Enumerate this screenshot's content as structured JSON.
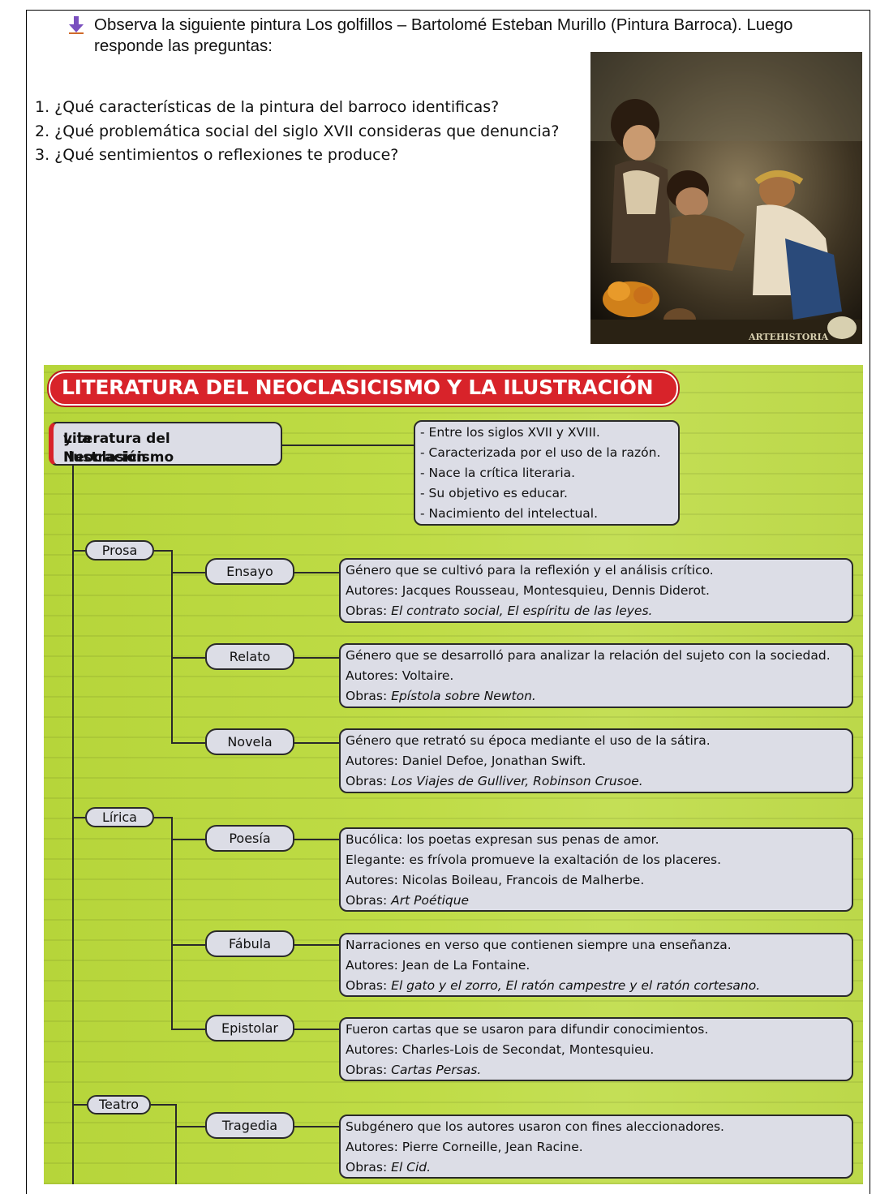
{
  "intro": {
    "text": "Observa la siguiente pintura Los golfillos – Bartolomé Esteban Murillo (Pintura Barroca). Luego responde las preguntas:"
  },
  "questions": [
    "1. ¿Qué características de la pintura del barroco identificas?",
    "2. ¿Qué problemática social del siglo XVII consideras que denuncia?",
    "3. ¿Qué sentimientos o reflexiones te produce?"
  ],
  "painting": {
    "watermark": "ARTEHISTORIA"
  },
  "map": {
    "title": "LITERATURA DEL NEOCLASICISMO Y LA ILUSTRACIÓN",
    "root_line1": "Literatura del Neoclasicismo",
    "root_line2": "y la Ilustración",
    "root_notes": [
      "- Entre los siglos XVII y XVIII.",
      "- Caracterizada por el uso de la razón.",
      "- Nace la crítica literaria.",
      "- Su objetivo es educar.",
      "- Nacimiento del intelectual."
    ],
    "categories": {
      "prosa": "Prosa",
      "lirica": "Lírica",
      "teatro": "Teatro"
    },
    "genres": {
      "ensayo": {
        "label": "Ensayo",
        "desc": "Género que se cultivó para la reflexión y el análisis crítico.",
        "autores": "Autores: Jacques Rousseau, Montesquieu, Dennis Diderot.",
        "obras_label": "Obras:",
        "obras": "El contrato social, El espíritu de las leyes."
      },
      "relato": {
        "label": "Relato",
        "desc": "Género que se desarrolló para analizar la relación del sujeto con la sociedad.",
        "autores": "Autores: Voltaire.",
        "obras_label": "Obras:",
        "obras": "Epístola sobre Newton."
      },
      "novela": {
        "label": "Novela",
        "desc": "Género que retrató su época mediante el uso de la sátira.",
        "autores": "Autores: Daniel Defoe, Jonathan Swift.",
        "obras_label": "Obras:",
        "obras": "Los Viajes de Gulliver, Robinson Crusoe."
      },
      "poesia": {
        "label": "Poesía",
        "desc1": "Bucólica: los poetas expresan sus penas de amor.",
        "desc2": "Elegante: es frívola promueve la exaltación de los placeres.",
        "autores": "Autores: Nicolas Boileau, Francois de Malherbe.",
        "obras_label": "Obras:",
        "obras": "Art Poétique"
      },
      "fabula": {
        "label": "Fábula",
        "desc": "Narraciones en verso que contienen siempre una enseñanza.",
        "autores": "Autores: Jean de La Fontaine.",
        "obras_label": "Obras:",
        "obras": "El gato y el zorro, El ratón campestre y el ratón cortesano."
      },
      "epistolar": {
        "label": "Epistolar",
        "desc": "Fueron cartas que se usaron para difundir conocimientos.",
        "autores": "Autores: Charles-Lois de Secondat, Montesquieu.",
        "obras_label": "Obras:",
        "obras": "Cartas Persas."
      },
      "tragedia": {
        "label": "Tragedia",
        "desc": "Subgénero que los autores usaron con fines aleccionadores.",
        "autores": "Autores: Pierre Corneille, Jean Racine.",
        "obras_label": "Obras:",
        "obras": "El Cid."
      }
    }
  },
  "colors": {
    "banner": "#d8232a",
    "map_background": "#bfdc46",
    "box_fill": "#dcdde6"
  },
  "icons": {
    "bullet": "down-arrow-icon"
  }
}
